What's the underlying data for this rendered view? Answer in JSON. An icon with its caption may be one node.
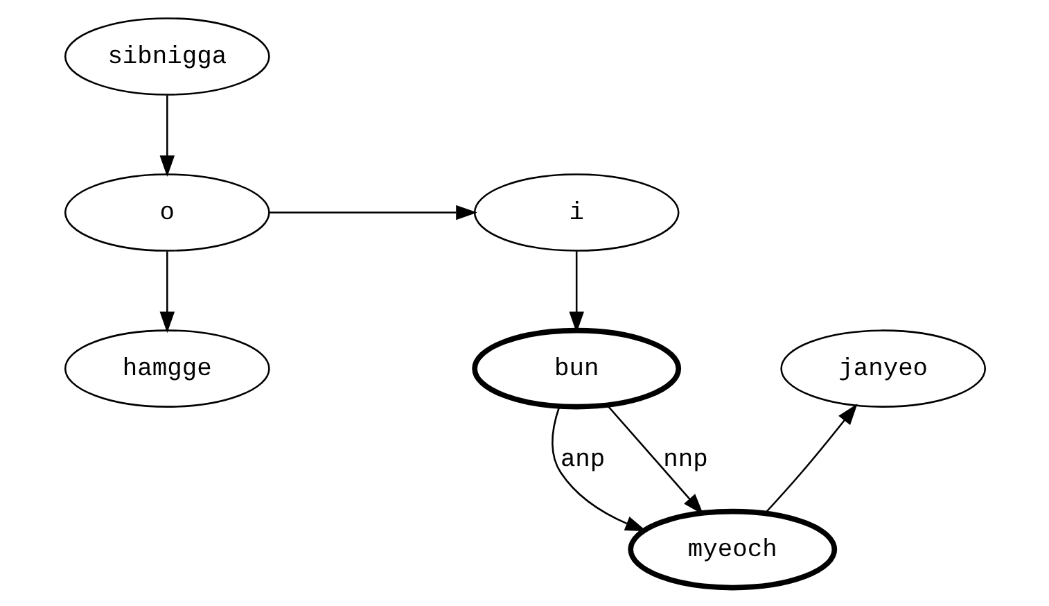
{
  "diagram": {
    "nodes": [
      {
        "text": [
          "sibnigga"
        ]
      },
      {
        "text": [
          "o"
        ]
      },
      {
        "text": [
          "i"
        ]
      },
      {
        "text": [
          "hamgge"
        ]
      },
      {
        "text": [
          "bun"
        ]
      },
      {
        "text": [
          "janyeo"
        ]
      },
      {
        "text": [
          "myeoch"
        ]
      }
    ],
    "edges": [
      {
        "from": 0,
        "to": 1,
        "arrow": "to"
      },
      {
        "from": 1,
        "to": 2,
        "arrow": "to"
      },
      {
        "from": 1,
        "to": 3,
        "arrow": "to"
      },
      {
        "from": 2,
        "to": 4,
        "arrow": "to"
      },
      {
        "from": 4,
        "to": 6,
        "arrow": "to",
        "label": "anp"
      },
      {
        "from": 4,
        "to": 6,
        "arrow": "to",
        "label": "nnp"
      },
      {
        "from": 6,
        "to": 5,
        "arrow": "to"
      }
    ]
  }
}
